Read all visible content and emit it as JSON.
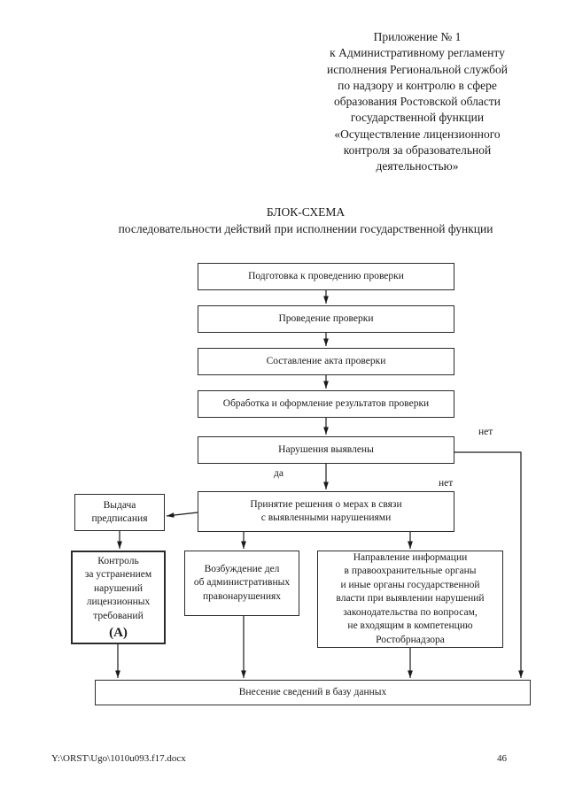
{
  "document": {
    "header": "Приложение № 1\nк Административному регламенту\nисполнения Региональной службой\nпо надзору и контролю в сфере\nобразования Ростовской области\nгосударственной функции\n«Осуществление лицензионного\nконтроля за образовательной\nдеятельностью»",
    "title": "БЛОК-СХЕМА",
    "subtitle": "последовательности действий при исполнении государственной функции",
    "footer_path": "Y:\\ORST\\Ugo\\1010u093.f17.docx",
    "page_number": "46"
  },
  "flowchart": {
    "boxes": [
      {
        "id": "preparation",
        "label": "Подготовка к проведению проверки"
      },
      {
        "id": "conduct",
        "label": "Проведение проверки"
      },
      {
        "id": "act",
        "label": "Составление акта проверки"
      },
      {
        "id": "processing",
        "label": "Обработка и оформление результатов проверки"
      },
      {
        "id": "violations",
        "label": "Нарушения выявлены"
      },
      {
        "id": "decision",
        "label": "Принятие решения о мерах в связи\nс выявленными нарушениями"
      },
      {
        "id": "prescription",
        "label": "Выдача\nпредписания"
      },
      {
        "id": "control",
        "label": "Контроль\nза устранением\nнарушений\nлицензионных\nтребований",
        "mark": "(А)"
      },
      {
        "id": "admin-cases",
        "label": "Возбуждение дел\nоб административных\nправонарушениях"
      },
      {
        "id": "information",
        "label": "Направление информации\nв правоохранительные органы\nи иные органы государственной\nвласти при выявлении нарушений\nзаконодательства по вопросам,\nне входящим в компетенцию\nРостобрнадзора"
      },
      {
        "id": "database",
        "label": "Внесение сведений в базу данных"
      }
    ],
    "branch_labels": {
      "yes": "да",
      "no_right": "нет",
      "no_inner": "нет"
    },
    "line_color": "#1a1a1a"
  }
}
